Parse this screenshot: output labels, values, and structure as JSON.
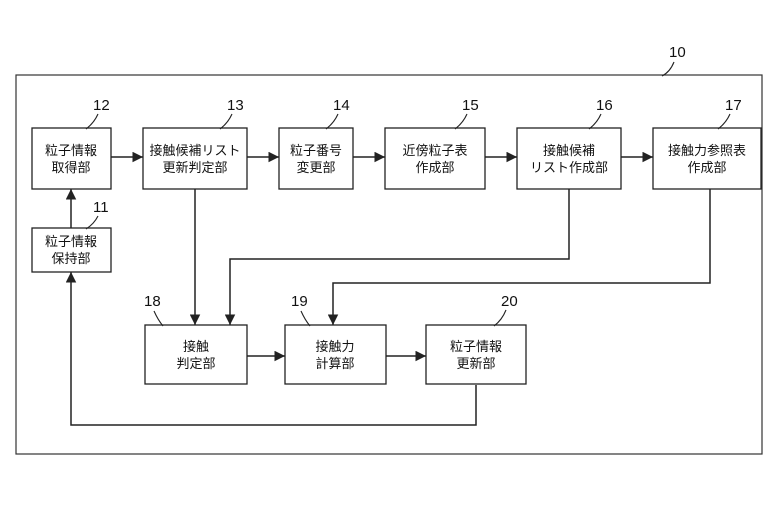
{
  "system": {
    "ref": "10"
  },
  "blocks": {
    "b11": {
      "ref": "11",
      "line1": "粒子情報",
      "line2": "保持部"
    },
    "b12": {
      "ref": "12",
      "line1": "粒子情報",
      "line2": "取得部"
    },
    "b13": {
      "ref": "13",
      "line1": "接触候補リスト",
      "line2": "更新判定部"
    },
    "b14": {
      "ref": "14",
      "line1": "粒子番号",
      "line2": "変更部"
    },
    "b15": {
      "ref": "15",
      "line1": "近傍粒子表",
      "line2": "作成部"
    },
    "b16": {
      "ref": "16",
      "line1": "接触候補",
      "line2": "リスト作成部"
    },
    "b17": {
      "ref": "17",
      "line1": "接触力参照表",
      "line2": "作成部"
    },
    "b18": {
      "ref": "18",
      "line1": "接触",
      "line2": "判定部"
    },
    "b19": {
      "ref": "19",
      "line1": "接触力",
      "line2": "計算部"
    },
    "b20": {
      "ref": "20",
      "line1": "粒子情報",
      "line2": "更新部"
    }
  },
  "connections": [
    {
      "from": "12",
      "to": "13"
    },
    {
      "from": "13",
      "to": "14"
    },
    {
      "from": "14",
      "to": "15"
    },
    {
      "from": "15",
      "to": "16"
    },
    {
      "from": "16",
      "to": "17"
    },
    {
      "from": "11",
      "to": "12"
    },
    {
      "from": "13",
      "to": "18"
    },
    {
      "from": "16",
      "to": "18"
    },
    {
      "from": "17",
      "to": "19"
    },
    {
      "from": "18",
      "to": "19"
    },
    {
      "from": "19",
      "to": "20"
    },
    {
      "from": "20",
      "to": "11"
    }
  ]
}
